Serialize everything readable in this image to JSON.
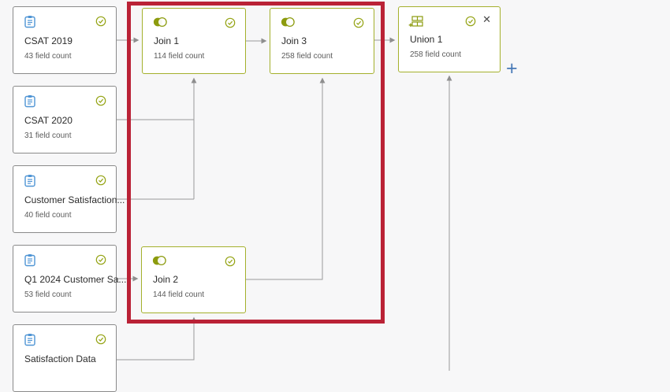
{
  "app": {
    "description": "data flow canvas"
  },
  "colors": {
    "accent_green": "#94a313",
    "node_border_green": "#a4b02c",
    "source_icon_blue": "#4e94d4",
    "highlight_red": "#ba2236",
    "connector_gray": "#9a9a9a",
    "plus_blue": "#4678b6"
  },
  "nodes": {
    "sources": [
      {
        "title": "CSAT 2019",
        "subtitle": "43 field count",
        "status_icon": "check-circle"
      },
      {
        "title": "CSAT 2020",
        "subtitle": "31 field count",
        "status_icon": "check-circle"
      },
      {
        "title": "Customer Satisfaction...",
        "subtitle": "40 field count",
        "status_icon": "check-circle"
      },
      {
        "title": "Q1 2024 Customer Sa...",
        "subtitle": "53 field count",
        "status_icon": "check-circle"
      },
      {
        "title": "Satisfaction Data",
        "subtitle": "",
        "status_icon": "check-circle"
      }
    ],
    "joins": [
      {
        "title": "Join 1",
        "subtitle": "114 field count",
        "status_icon": "check-circle"
      },
      {
        "title": "Join 3",
        "subtitle": "258 field count",
        "status_icon": "check-circle"
      },
      {
        "title": "Join 2",
        "subtitle": "144 field count",
        "status_icon": "check-circle"
      }
    ],
    "union": {
      "title": "Union 1",
      "subtitle": "258 field count",
      "status_icon": "check-circle",
      "close_label": "✕"
    }
  },
  "toolbar": {
    "add_node_label": "+"
  }
}
